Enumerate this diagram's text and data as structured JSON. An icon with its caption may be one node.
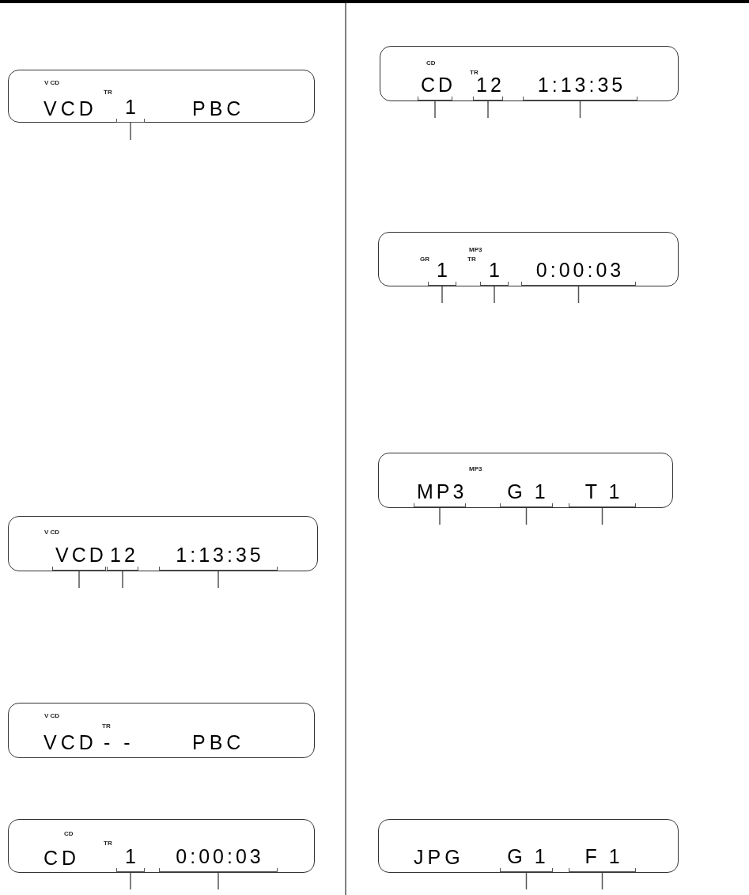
{
  "diagram": {
    "nodes": [
      {
        "text": [
          "V CD",
          "TR",
          "VCD",
          "PBC"
        ]
      },
      {
        "text": [
          "1"
        ],
        "in": 0
      },
      {
        "text": [
          "V CD"
        ]
      },
      {
        "text": [
          "VCD"
        ],
        "in": 2
      },
      {
        "text": [
          "12"
        ],
        "in": 2
      },
      {
        "text": [
          "1:13:35"
        ],
        "in": 2
      },
      {
        "text": [
          "V CD",
          "TR",
          "VCD",
          "- -",
          "PBC"
        ]
      },
      {
        "text": [
          "CD",
          "TR",
          "CD"
        ]
      },
      {
        "text": [
          "1"
        ],
        "in": 7
      },
      {
        "text": [
          "0:00:03"
        ],
        "in": 7
      },
      {
        "text": [
          "CD",
          "TR"
        ]
      },
      {
        "text": [
          "CD"
        ],
        "in": 10
      },
      {
        "text": [
          "12"
        ],
        "in": 10
      },
      {
        "text": [
          "1:13:35"
        ],
        "in": 10
      },
      {
        "text": [
          "GR",
          "MP3",
          "TR"
        ]
      },
      {
        "text": [
          "1"
        ],
        "in": 14
      },
      {
        "text": [
          "1"
        ],
        "in": 14
      },
      {
        "text": [
          "0:00:03"
        ],
        "in": 14
      },
      {
        "text": [
          "MP3"
        ]
      },
      {
        "text": [
          "MP3"
        ],
        "in": 18
      },
      {
        "text": [
          "G 1"
        ],
        "in": 18
      },
      {
        "text": [
          "T 1"
        ],
        "in": 18
      },
      {
        "text": [
          "JPG"
        ]
      },
      {
        "text": [
          "G 1"
        ],
        "in": 22
      },
      {
        "text": [
          "F 1"
        ],
        "in": 22
      }
    ],
    "edges": [
      {
        "from": 1,
        "to": null,
        "arrow": "none"
      },
      {
        "from": 3,
        "to": null,
        "arrow": "none"
      },
      {
        "from": 4,
        "to": null,
        "arrow": "none"
      },
      {
        "from": 5,
        "to": null,
        "arrow": "none"
      },
      {
        "from": 8,
        "to": null,
        "arrow": "none"
      },
      {
        "from": 9,
        "to": null,
        "arrow": "none"
      },
      {
        "from": 11,
        "to": null,
        "arrow": "none"
      },
      {
        "from": 12,
        "to": null,
        "arrow": "none"
      },
      {
        "from": 13,
        "to": null,
        "arrow": "none"
      },
      {
        "from": 15,
        "to": null,
        "arrow": "none"
      },
      {
        "from": 16,
        "to": null,
        "arrow": "none"
      },
      {
        "from": 17,
        "to": null,
        "arrow": "none"
      },
      {
        "from": 19,
        "to": null,
        "arrow": "none"
      },
      {
        "from": 20,
        "to": null,
        "arrow": "none"
      },
      {
        "from": 21,
        "to": null,
        "arrow": "none"
      },
      {
        "from": 23,
        "to": null,
        "arrow": "none"
      },
      {
        "from": 24,
        "to": null,
        "arrow": "none"
      }
    ]
  }
}
